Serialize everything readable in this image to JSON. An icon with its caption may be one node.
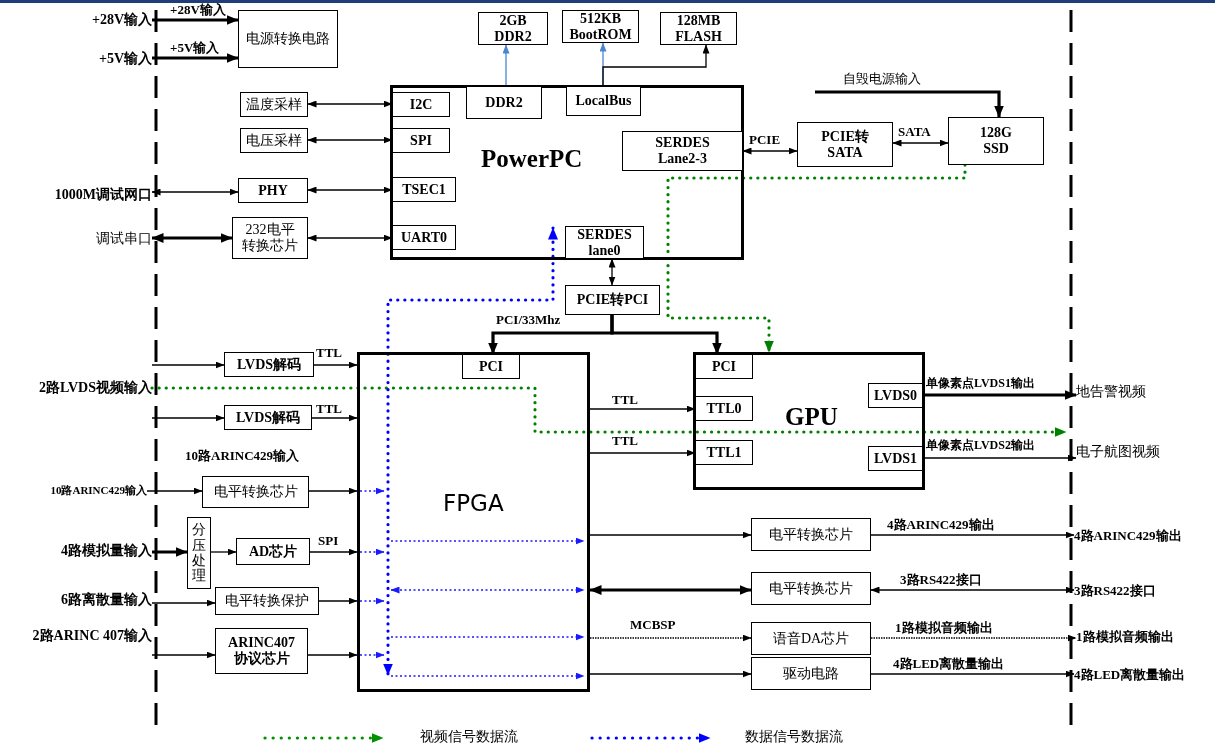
{
  "diagram": {
    "nodes": [
      {
        "text": [
          "电源转换电路"
        ]
      },
      {
        "text": [
          "2GB DDR2"
        ]
      },
      {
        "text": [
          "512KB BootROM"
        ]
      },
      {
        "text": [
          "128MB FLASH"
        ]
      },
      {
        "text": [
          "PowerPC"
        ]
      },
      {
        "text": [
          "I2C"
        ],
        "in": 4
      },
      {
        "text": [
          "SPI"
        ],
        "in": 4
      },
      {
        "text": [
          "TSEC1"
        ],
        "in": 4
      },
      {
        "text": [
          "UART0"
        ],
        "in": 4
      },
      {
        "text": [
          "DDR2"
        ],
        "in": 4
      },
      {
        "text": [
          "LocalBus"
        ],
        "in": 4
      },
      {
        "text": [
          "SERDES Lane2-3"
        ],
        "in": 4
      },
      {
        "text": [
          "SERDES lane0"
        ],
        "in": 4
      },
      {
        "text": [
          "温度采样"
        ]
      },
      {
        "text": [
          "电压采样"
        ]
      },
      {
        "text": [
          "PHY"
        ]
      },
      {
        "text": [
          "232电平转换芯片"
        ]
      },
      {
        "text": [
          "PCIE转SATA"
        ]
      },
      {
        "text": [
          "128G SSD"
        ]
      },
      {
        "text": [
          "PCIE转PCI"
        ]
      },
      {
        "text": [
          "FPGA"
        ]
      },
      {
        "text": [
          "PCI"
        ],
        "in": 20
      },
      {
        "text": [
          "GPU"
        ]
      },
      {
        "text": [
          "PCI"
        ],
        "in": 22
      },
      {
        "text": [
          "TTL0"
        ],
        "in": 22
      },
      {
        "text": [
          "TTL1"
        ],
        "in": 22
      },
      {
        "text": [
          "LVDS0"
        ],
        "in": 22
      },
      {
        "text": [
          "LVDS1"
        ],
        "in": 22
      },
      {
        "text": [
          "LVDS解码"
        ]
      },
      {
        "text": [
          "LVDS解码"
        ]
      },
      {
        "text": [
          "电平转换芯片"
        ]
      },
      {
        "text": [
          "分压处理"
        ]
      },
      {
        "text": [
          "AD芯片"
        ]
      },
      {
        "text": [
          "电平转换保护"
        ]
      },
      {
        "text": [
          "ARINC407协议芯片"
        ]
      },
      {
        "text": [
          "电平转换芯片"
        ]
      },
      {
        "text": [
          "电平转换芯片"
        ]
      },
      {
        "text": [
          "语音DA芯片"
        ]
      },
      {
        "text": [
          "驱动电路"
        ]
      },
      {
        "text": [
          "2路LVDS视频输入"
        ]
      },
      {
        "text": [
          "+28V输入"
        ]
      },
      {
        "text": [
          "+5V输入"
        ]
      },
      {
        "text": [
          "1000M调试网口"
        ]
      },
      {
        "text": [
          "调试串口"
        ]
      },
      {
        "text": [
          "10路ARINC429输入"
        ]
      },
      {
        "text": [
          "4路模拟量输入"
        ]
      },
      {
        "text": [
          "6路离散量输入"
        ]
      },
      {
        "text": [
          "2路ARINC 407输入"
        ]
      },
      {
        "text": [
          "地告警视频"
        ]
      },
      {
        "text": [
          "电子航图视频"
        ]
      },
      {
        "text": [
          "4路ARINC429输出"
        ]
      },
      {
        "text": [
          "3路RS422接口"
        ]
      },
      {
        "text": [
          "1路模拟音频输出"
        ]
      },
      {
        "text": [
          "4路LED离散量输出"
        ]
      }
    ],
    "edges": [
      {
        "from": 40,
        "to": 0,
        "arrow": "to",
        "label": "+28V输入",
        "style": "thick"
      },
      {
        "from": 41,
        "to": 0,
        "arrow": "to",
        "label": "+5V输入",
        "style": "thick"
      },
      {
        "from": 9,
        "to": 1,
        "arrow": "to",
        "color": "#4a86d0"
      },
      {
        "from": 10,
        "to": 2,
        "arrow": "to",
        "color": "#4a86d0"
      },
      {
        "from": 10,
        "to": 3,
        "arrow": "to"
      },
      {
        "from": 13,
        "to": 5,
        "arrow": "both"
      },
      {
        "from": 14,
        "to": 6,
        "arrow": "both"
      },
      {
        "from": 15,
        "to": 7,
        "arrow": "both"
      },
      {
        "from": 16,
        "to": 8,
        "arrow": "both"
      },
      {
        "from": 42,
        "to": 15,
        "arrow": "both"
      },
      {
        "from": 43,
        "to": 16,
        "arrow": "both",
        "style": "thick"
      },
      {
        "from": 11,
        "to": 17,
        "arrow": "both",
        "label": "PCIE"
      },
      {
        "from": 17,
        "to": 18,
        "arrow": "both",
        "label": "SATA"
      },
      {
        "from": null,
        "to": 18,
        "arrow": "to",
        "label": "自毁电源输入",
        "style": "thick"
      },
      {
        "from": 12,
        "to": 19,
        "arrow": "both"
      },
      {
        "from": 19,
        "to": 21,
        "arrow": "to",
        "label": "PCI/33Mhz",
        "style": "thick"
      },
      {
        "from": 19,
        "to": 23,
        "arrow": "to",
        "style": "thick"
      },
      {
        "from": 39,
        "to": 28,
        "arrow": "to"
      },
      {
        "from": 28,
        "to": 20,
        "arrow": "to",
        "label": "TTL"
      },
      {
        "from": 39,
        "to": 29,
        "arrow": "to"
      },
      {
        "from": 29,
        "to": 20,
        "arrow": "to",
        "label": "TTL"
      },
      {
        "from": 44,
        "to": 30,
        "arrow": "to"
      },
      {
        "from": 30,
        "to": 20,
        "arrow": "to"
      },
      {
        "from": 45,
        "to": 31,
        "arrow": "to",
        "style": "thick"
      },
      {
        "from": 31,
        "to": 32,
        "arrow": "to"
      },
      {
        "from": 32,
        "to": 20,
        "arrow": "to",
        "label": "SPI"
      },
      {
        "from": 46,
        "to": 33,
        "arrow": "to"
      },
      {
        "from": 33,
        "to": 20,
        "arrow": "to"
      },
      {
        "from": 47,
        "to": 34,
        "arrow": "to"
      },
      {
        "from": 34,
        "to": 20,
        "arrow": "to"
      },
      {
        "from": 20,
        "to": 24,
        "arrow": "to",
        "label": "TTL"
      },
      {
        "from": 20,
        "to": 25,
        "arrow": "to",
        "label": "TTL"
      },
      {
        "from": 26,
        "to": 48,
        "arrow": "to",
        "label": "单像素点LVDS1输出",
        "style": "thick"
      },
      {
        "from": 27,
        "to": 49,
        "arrow": "to",
        "label": "单像素点LVDS2输出"
      },
      {
        "from": 20,
        "to": 35,
        "arrow": "to"
      },
      {
        "from": 35,
        "to": 50,
        "arrow": "to",
        "label": "4路ARINC429输出"
      },
      {
        "from": 20,
        "to": 36,
        "arrow": "both",
        "style": "thick"
      },
      {
        "from": 36,
        "to": 51,
        "arrow": "both",
        "label": "3路RS422接口"
      },
      {
        "from": 20,
        "to": 37,
        "arrow": "to",
        "label": "MCBSP",
        "style": "dashed"
      },
      {
        "from": 37,
        "to": 52,
        "arrow": "to",
        "label": "1路模拟音频输出",
        "style": "dashed"
      },
      {
        "from": 20,
        "to": 38,
        "arrow": "to"
      },
      {
        "from": 38,
        "to": 53,
        "arrow": "to",
        "label": "4路LED离散量输出"
      },
      {
        "from": 39,
        "to": 49,
        "arrow": "to",
        "style": "dashed",
        "color": "#008000"
      },
      {
        "from": 18,
        "to": 22,
        "arrow": "to",
        "style": "dashed",
        "color": "#008000"
      },
      {
        "from": 4,
        "to": 20,
        "arrow": "both",
        "style": "dashed",
        "color": "#0000ff"
      }
    ],
    "labels": [
      "10路ARINC429输入"
    ],
    "legend": [
      {
        "text": "视频信号数据流"
      },
      {
        "text": "数据信号数据流"
      }
    ]
  }
}
